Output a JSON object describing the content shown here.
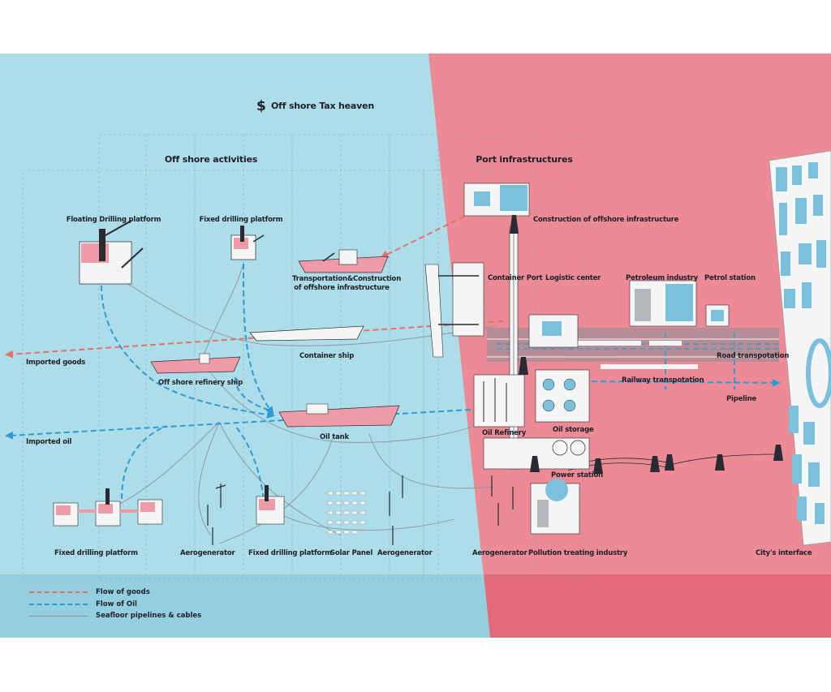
{
  "colors": {
    "sea": "#acdde8",
    "sea_band": "#94cfdf",
    "land": "#ec8a95",
    "land_band": "#e46a79",
    "goods_flow": "#e5726a",
    "oil_flow": "#2f9bd6",
    "pipeline": "#8b95a0",
    "building": "#f4f5f5",
    "roof_blue": "#7cc1dc",
    "pink": "#ee9aa8"
  },
  "headings": {
    "tax_symbol": "$",
    "tax": "Off shore Tax heaven",
    "offshore": "Off shore activities",
    "port": "Port infrastructures"
  },
  "labels": {
    "floating_drilling": "Floating Drilling platform",
    "fixed_drilling_top": "Fixed drilling platform",
    "transportation_l1": "Transportation&Construction",
    "transportation_l2": "of offshore infrastructure",
    "construction_offshore": "Construction of offshore infrastructure",
    "container_port": "Container Port",
    "logistic_center": "Logistic center",
    "petroleum_industry": "Petroleum industry",
    "petrol_station": "Petrol station",
    "imported_goods": "Imported goods",
    "container_ship": "Container ship",
    "offshore_refinery_ship": "Off shore refinery ship",
    "road_transportation": "Road transpotation",
    "railway_transportation": "Railway transpotation",
    "pipeline": "Pipeline",
    "imported_oil": "Imported oil",
    "oil_tank": "Oil tank",
    "oil_refinery": "Oil Refinery",
    "oil_storage": "Oil storage",
    "power_station": "Power station",
    "fixed_drilling_left": "Fixed drilling platform",
    "aerogenerator_1": "Aerogenerator",
    "fixed_drilling_mid": "Fixed drilling platform",
    "solar_panel": "Solar Panel",
    "aerogenerator_2": "Aerogenerator",
    "aerogenerator_3": "Aerogenerator",
    "pollution_treating": "Pollution treating industry",
    "city_interface": "City's interface"
  },
  "legend": {
    "goods": "Flow of goods",
    "oil": "Flow of Oil",
    "pipelines": "Seafloor pipelines & cables"
  }
}
